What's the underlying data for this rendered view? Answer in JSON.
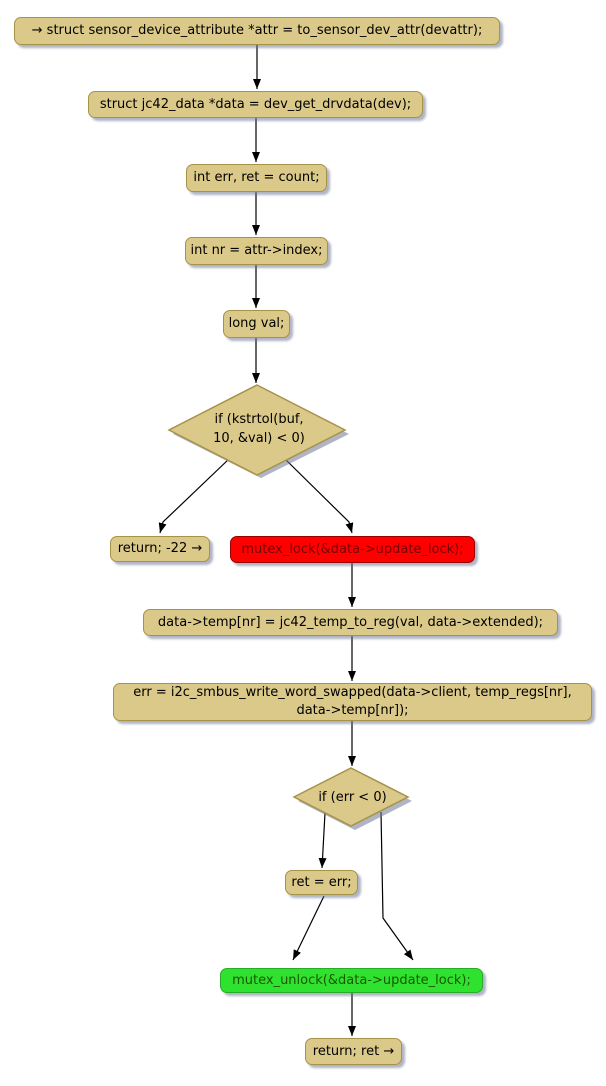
{
  "diagram": {
    "type": "activity-flowchart",
    "background": "#FFFFFF",
    "colors": {
      "node_fill": "#DBC98A",
      "node_border": "#A69348",
      "node_text": "#000000",
      "red_fill": "#FF0000",
      "red_border": "#990000",
      "red_text": "#7C0000",
      "green_fill": "#30E230",
      "green_border": "#27AC27",
      "green_text": "#1A5700",
      "arrow": "#000000",
      "shadow": "#6E7896"
    },
    "nodes": [
      {
        "id": "start",
        "type": "box",
        "variant": "tan",
        "text": "→ struct sensor_device_attribute *attr = to_sensor_dev_attr(devattr);"
      },
      {
        "id": "get-drvdata",
        "type": "box",
        "variant": "tan",
        "text": "struct jc42_data *data = dev_get_drvdata(dev);"
      },
      {
        "id": "decl-err-ret",
        "type": "box",
        "variant": "tan",
        "text": "int err, ret = count;"
      },
      {
        "id": "decl-nr",
        "type": "box",
        "variant": "tan",
        "text": "int nr = attr->index;"
      },
      {
        "id": "decl-val",
        "type": "box",
        "variant": "tan",
        "text": "long val;"
      },
      {
        "id": "if-kstrtol",
        "type": "diamond",
        "variant": "tan",
        "line1": "if (kstrtol(buf,",
        "line2": "10, &val) < 0)"
      },
      {
        "id": "return-einval",
        "type": "box",
        "variant": "tan",
        "text": "return; -22 →"
      },
      {
        "id": "mutex-lock",
        "type": "box",
        "variant": "red",
        "text": "mutex_lock(&data->update_lock);"
      },
      {
        "id": "temp-assign",
        "type": "box",
        "variant": "tan",
        "text": "data->temp[nr] = jc42_temp_to_reg(val, data->extended);"
      },
      {
        "id": "smbus-write",
        "type": "box",
        "variant": "tan",
        "text": "err = i2c_smbus_write_word_swapped(data->client, temp_regs[nr], data->temp[nr]);"
      },
      {
        "id": "if-err",
        "type": "diamond",
        "variant": "tan",
        "text": "if (err < 0)"
      },
      {
        "id": "ret-err",
        "type": "box",
        "variant": "tan",
        "text": "ret = err;"
      },
      {
        "id": "mutex-unlock",
        "type": "box",
        "variant": "green",
        "text": "mutex_unlock(&data->update_lock);"
      },
      {
        "id": "return-ret",
        "type": "box",
        "variant": "tan",
        "text": "return; ret →"
      }
    ],
    "edges": [
      "start -> get-drvdata",
      "get-drvdata -> decl-err-ret",
      "decl-err-ret -> decl-nr",
      "decl-nr -> decl-val",
      "decl-val -> if-kstrtol",
      "if-kstrtol -> return-einval",
      "if-kstrtol -> mutex-lock",
      "mutex-lock -> temp-assign",
      "temp-assign -> smbus-write",
      "smbus-write -> if-err",
      "if-err -> ret-err",
      "if-err -> mutex-unlock",
      "ret-err -> mutex-unlock",
      "mutex-unlock -> return-ret"
    ]
  }
}
